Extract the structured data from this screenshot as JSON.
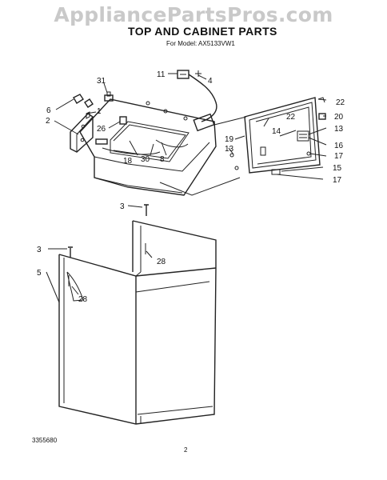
{
  "watermark": "AppliancePartsPros.com",
  "title": "TOP AND CABINET PARTS",
  "model_line": "For Model: AX5133VW1",
  "doc_number": "3355680",
  "page_number": "2",
  "callouts": {
    "c1": "1",
    "c2": "2",
    "c3a": "3",
    "c3b": "3",
    "c4": "4",
    "c5": "5",
    "c6": "6",
    "c8": "8",
    "c11": "11",
    "c13a": "13",
    "c13b": "13",
    "c14": "14",
    "c15": "15",
    "c16": "16",
    "c17a": "17",
    "c17b": "17",
    "c18": "18",
    "c19": "19",
    "c20": "20",
    "c22a": "22",
    "c22b": "22",
    "c26": "26",
    "c28a": "28",
    "c28b": "28",
    "c30": "30",
    "c31": "31"
  }
}
